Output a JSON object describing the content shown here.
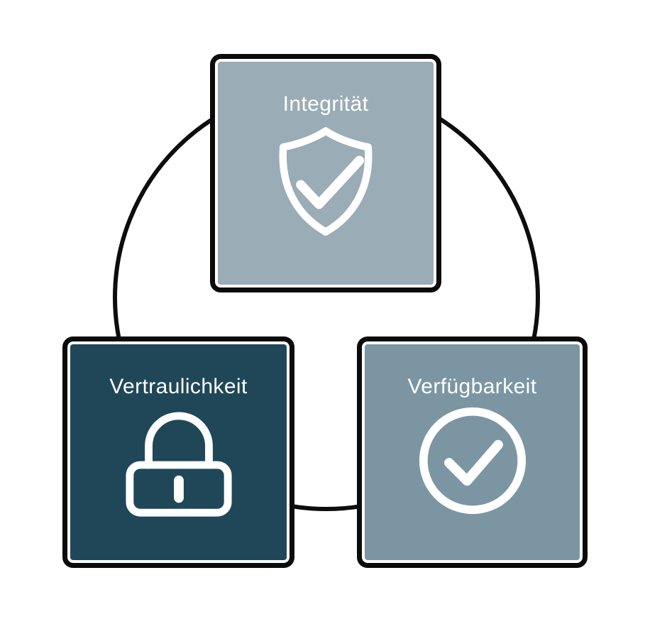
{
  "colors": {
    "background": "#ffffff",
    "ring": "#0d0d0d",
    "box_border": "#0b0b0b",
    "inner_border": "#ffffff",
    "label": "#ffffff",
    "icon": "#ffffff"
  },
  "nodes": {
    "integritaet": {
      "label": "Integrität",
      "icon": "shield-check-icon",
      "fill": "#9aacb5"
    },
    "vertraulichkeit": {
      "label": "Vertraulichkeit",
      "icon": "lock-icon",
      "fill": "#1f4758"
    },
    "verfuegbarkeit": {
      "label": "Verfügbarkeit",
      "icon": "circle-check-icon",
      "fill": "#7b96a2"
    }
  }
}
